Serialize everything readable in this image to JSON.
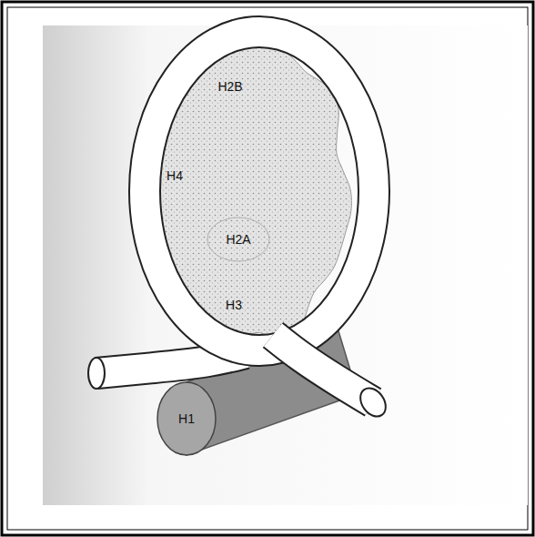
{
  "diagram": {
    "nodes": [
      {
        "text": [
          "H2B",
          "H4",
          "H2A",
          "H3"
        ]
      },
      {
        "text": [
          "H1"
        ]
      }
    ]
  }
}
